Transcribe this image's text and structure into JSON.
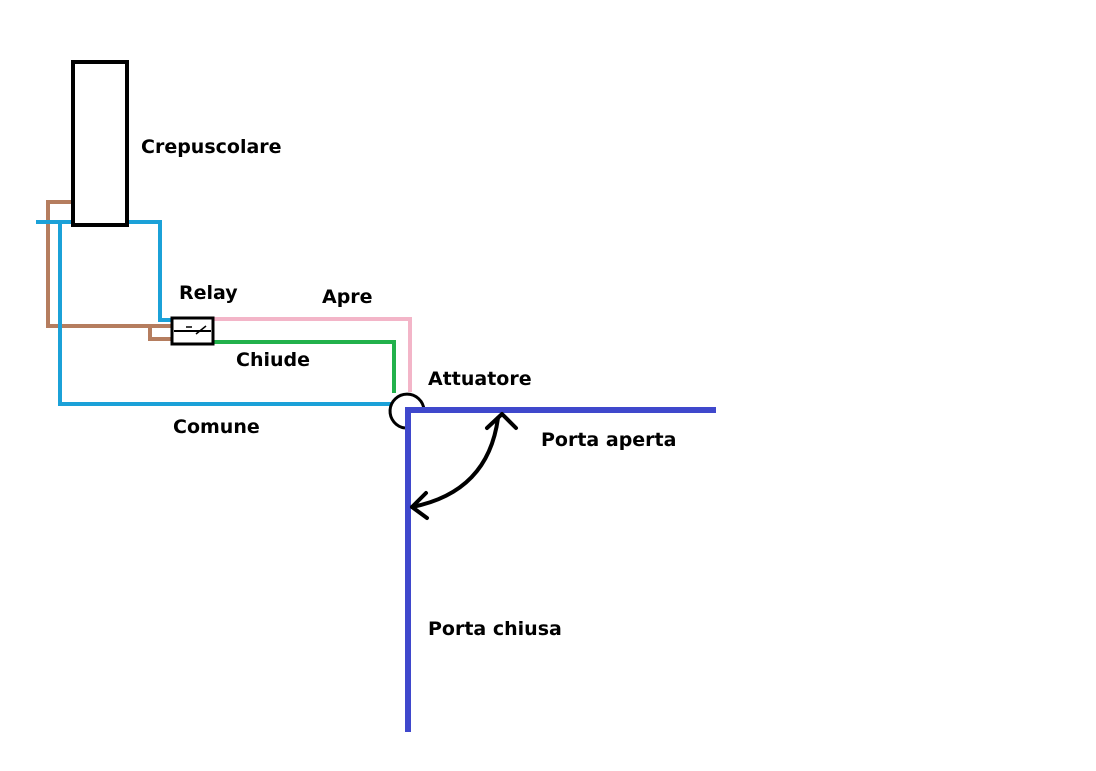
{
  "labels": {
    "crepuscolare": "Crepuscolare",
    "relay": "Relay",
    "apre": "Apre",
    "chiude": "Chiude",
    "attuatore": "Attuatore",
    "comune": "Comune",
    "porta_aperta": "Porta aperta",
    "porta_chiusa": "Porta chiusa"
  },
  "colors": {
    "background": "#ffffff",
    "outline": "#000000",
    "common_wire": "#1ba1d8",
    "power_wire": "#b57d5f",
    "open_wire": "#f3b5c8",
    "close_wire": "#22b14c",
    "door": "#3f48cc"
  }
}
